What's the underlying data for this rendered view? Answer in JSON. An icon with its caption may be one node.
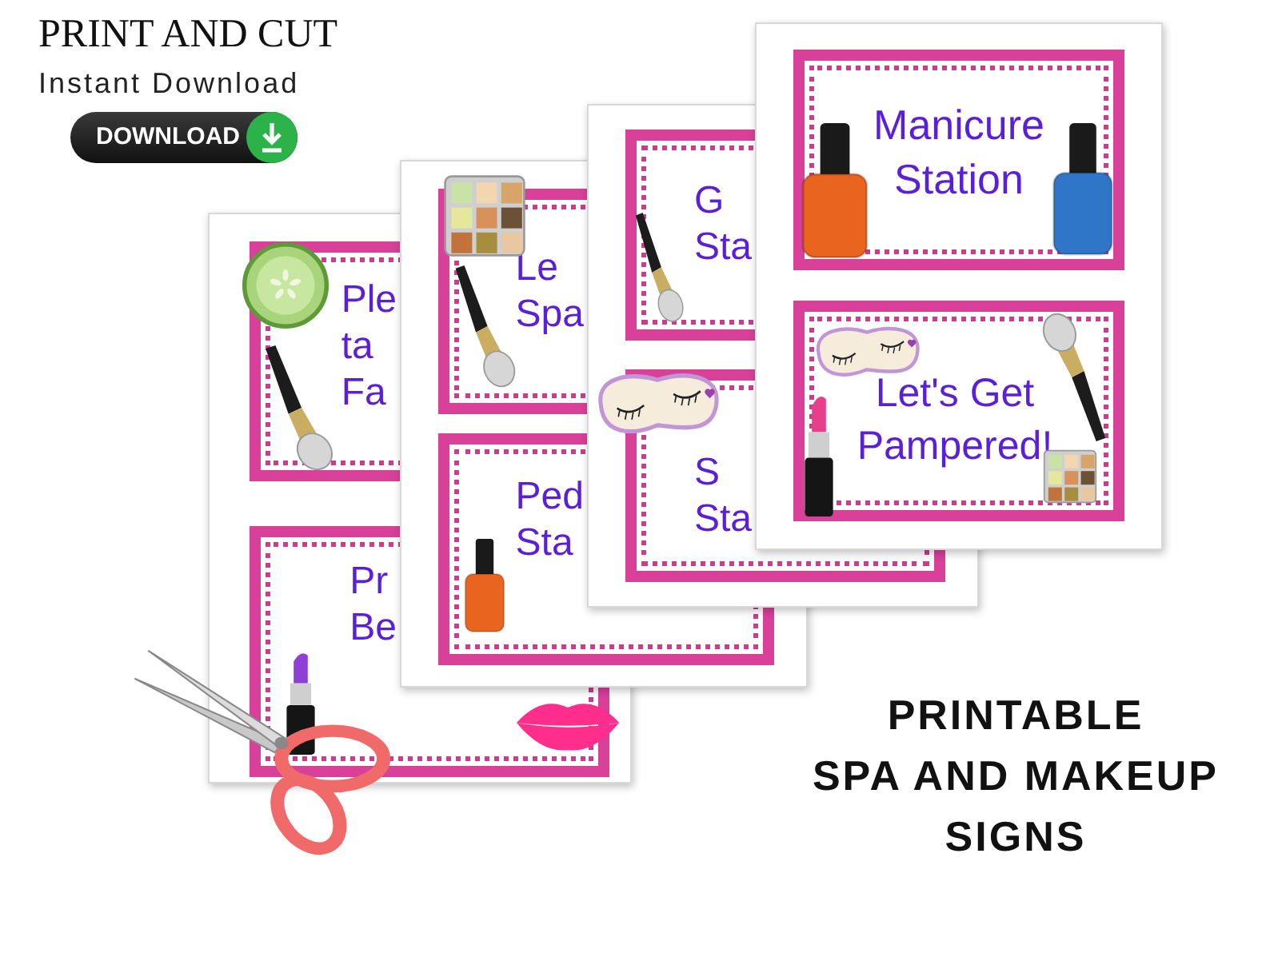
{
  "diagram": {
    "nodes": [
      {
        "text": [],
        "shape": "box"
      },
      {
        "text": [
          "Ple ta Fa"
        ],
        "in": 0
      },
      {
        "text": [
          "Pr Be"
        ],
        "in": 0
      },
      {
        "text": [],
        "shape": "box"
      },
      {
        "text": [
          "Le Spa"
        ],
        "in": 3
      },
      {
        "text": [
          "Ped Sta"
        ],
        "in": 3
      },
      {
        "text": [],
        "shape": "box"
      },
      {
        "text": [
          "G Sta"
        ],
        "in": 6
      },
      {
        "text": [
          "S Sta"
        ],
        "in": 6
      },
      {
        "text": [],
        "shape": "box"
      },
      {
        "text": [
          "Manicure Station"
        ],
        "in": 9
      },
      {
        "text": [
          "Let's Get Pampered!"
        ],
        "in": 9
      }
    ],
    "labels": [
      "PRINT AND CUT",
      "Instant Download",
      "DOWNLOAD",
      "PRINTABLE SPA AND MAKEUP SIGNS"
    ]
  }
}
